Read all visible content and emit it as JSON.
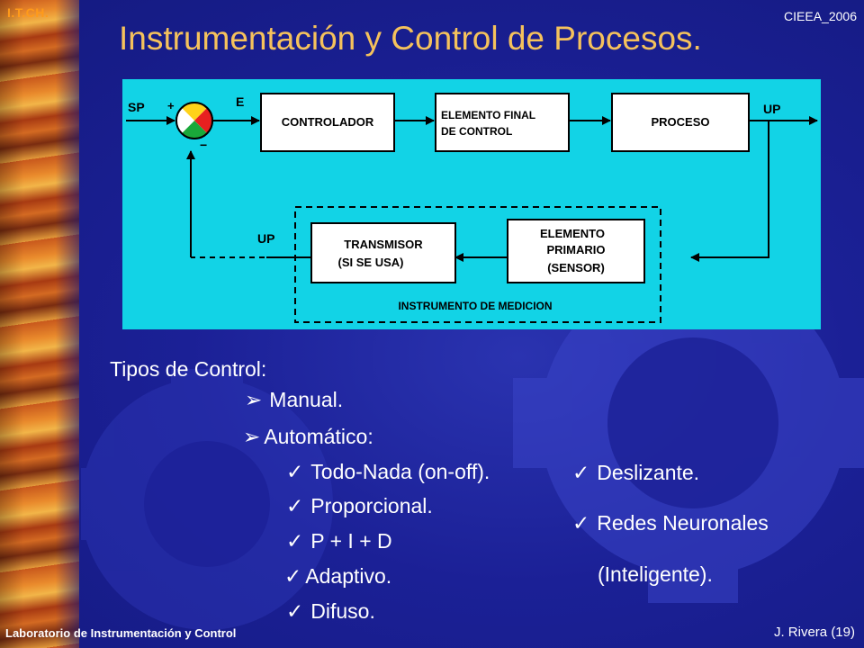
{
  "header": {
    "brand": "I.T.CH.",
    "code": "CIEEA_2006",
    "title": "Instrumentación y Control de Procesos."
  },
  "diagram": {
    "sp_label": "SP",
    "e_label": "E",
    "plus_sign": "+",
    "minus_sign": "−",
    "controller": "CONTROLADOR",
    "final_element": [
      "ELEMENTO FINAL",
      "DE CONTROL"
    ],
    "process": "PROCESO",
    "up_out_label": "UP",
    "up_feedback_label": "UP",
    "transmitter": [
      "TRANSMISOR",
      "(SI SE USA)"
    ],
    "primary_element": [
      "ELEMENTO",
      "PRIMARIO",
      "(SENSOR)"
    ],
    "instrument_label": "INSTRUMENTO DE MEDICION",
    "colors": {
      "panel": "#12d3e6",
      "box": "#ffffff",
      "line": "#000000",
      "comparator": [
        "#ffd21a",
        "#e82020",
        "#1aa83a",
        "#ffffff"
      ]
    }
  },
  "content": {
    "heading": "Tipos de Control:",
    "manual": "Manual.",
    "automatic": "Automático:",
    "left_items": [
      "Todo-Nada (on-off).",
      "Proporcional.",
      "P + I + D",
      "Adaptivo.",
      "Difuso."
    ],
    "right_items": [
      "Deslizante.",
      "Redes Neuronales"
    ],
    "right_note": "(Inteligente).",
    "arrow_bullet_icon": "➢",
    "check_bullet_icon": "✓"
  },
  "footer": {
    "left": "Laboratorio de Instrumentación y Control",
    "right": "J. Rivera (19)"
  },
  "colors": {
    "title": "#f5c25c",
    "brand": "#ff9a1a",
    "text": "#ffffff",
    "background": "#1b2096"
  }
}
